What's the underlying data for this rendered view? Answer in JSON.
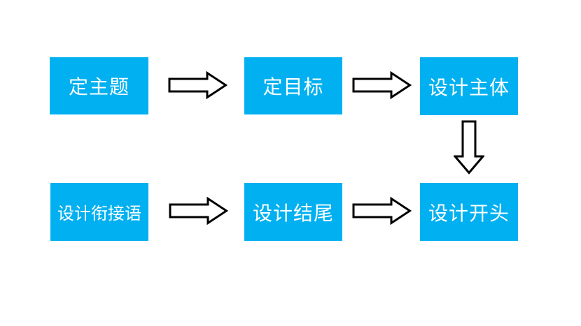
{
  "diagram": {
    "type": "flowchart",
    "colors": {
      "box_fill": "#00b0f0",
      "box_text": "#ffffff",
      "arrow_fill": "#ffffff",
      "arrow_outline": "#000000",
      "canvas_bg": "#ffffff"
    },
    "nodes": [
      {
        "id": "define-topic",
        "label": "定主题",
        "row": 1,
        "col": 1
      },
      {
        "id": "define-goal",
        "label": "定目标",
        "row": 1,
        "col": 2
      },
      {
        "id": "design-body",
        "label": "设计主体",
        "row": 1,
        "col": 3
      },
      {
        "id": "design-transition",
        "label": "设计衔接语",
        "row": 2,
        "col": 1
      },
      {
        "id": "design-ending",
        "label": "设计结尾",
        "row": 2,
        "col": 2
      },
      {
        "id": "design-opening",
        "label": "设计开头",
        "row": 2,
        "col": 3
      }
    ],
    "connections": [
      {
        "from": "定主题",
        "to": "定目标",
        "direction": "right"
      },
      {
        "from": "定目标",
        "to": "设计主体",
        "direction": "right"
      },
      {
        "from": "设计主体",
        "to": "设计开头",
        "direction": "down"
      },
      {
        "from": "设计衔接语",
        "to": "设计结尾",
        "direction": "right"
      },
      {
        "from": "设计结尾",
        "to": "设计开头",
        "direction": "right"
      }
    ]
  }
}
